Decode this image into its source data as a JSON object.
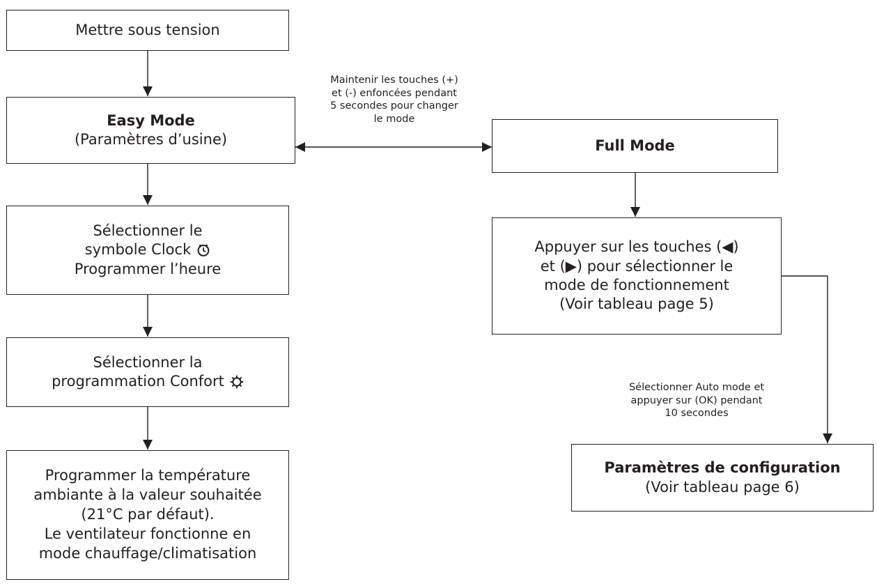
{
  "boxes": {
    "power_on": {
      "lines": [
        "Mettre sous tension"
      ]
    },
    "easy_mode": {
      "title": "Easy Mode",
      "subtitle": "(Paramètres d’usine)"
    },
    "clock": {
      "lines": [
        "Sélectionner le",
        "symbole Clock",
        "Programmer l’heure"
      ],
      "icon": "clock-icon"
    },
    "confort": {
      "lines": [
        "Sélectionner la",
        "programmation Confort"
      ],
      "icon": "sun-icon"
    },
    "temperature": {
      "lines": [
        "Programmer la température",
        "ambiante à la valeur souhaitée",
        "(21°C par défaut).",
        "Le ventilateur fonctionne en",
        "mode chauffage/climatisation"
      ]
    },
    "full_mode": {
      "title": "Full Mode"
    },
    "select_mode": {
      "lines": [
        "Appuyer sur les touches  (◀)",
        "et (▶) pour sélectionner le",
        "mode de fonctionnement",
        "(Voir tableau page 5)"
      ]
    },
    "config": {
      "title": "Paramètres de configuration",
      "subtitle": "(Voir tableau page 6)"
    }
  },
  "notes": {
    "switch_mode": [
      "Maintenir les touches (+)",
      "et (-) enfoncées pendant",
      "5 secondes pour changer",
      "le mode"
    ],
    "auto_mode": [
      "Sélectionner Auto mode et",
      "appuyer sur (OK) pendant",
      "10 secondes"
    ]
  },
  "colors": {
    "stroke": "#231f20",
    "background": "#ffffff"
  }
}
